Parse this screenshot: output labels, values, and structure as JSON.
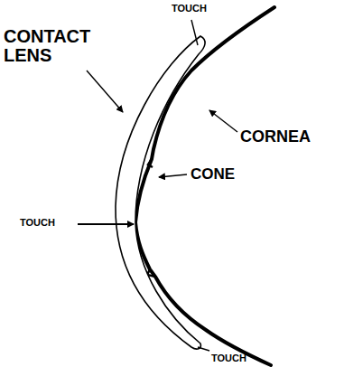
{
  "diagram": {
    "labels": [
      "TOUCH",
      "CONTACT LENS",
      "CORNEA",
      "CONE",
      "TOUCH",
      "TOUCH"
    ]
  }
}
